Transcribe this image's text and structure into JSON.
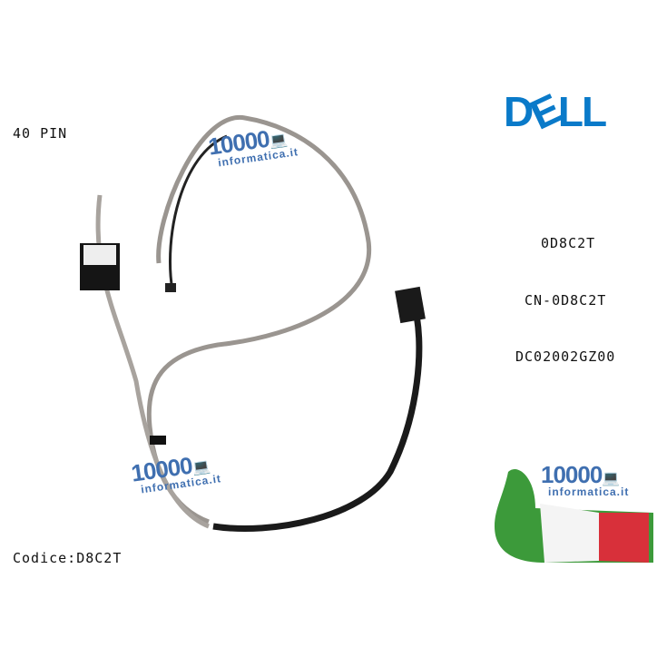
{
  "brand": {
    "logo_text": "DELL",
    "color": "#0a7ac9"
  },
  "labels": {
    "pins": "40 PIN",
    "part1": "0D8C2T",
    "part2": "CN-0D8C2T",
    "part3": "DC02002GZ00",
    "code": "Codice:D8C2T"
  },
  "watermark": {
    "number": "10000",
    "domain": "informatica.it",
    "icon": "laptop-icon",
    "color": "#3f6fb0"
  },
  "flag_colors": {
    "green": "#3c9a3a",
    "white": "#f4f4f4",
    "red": "#d8303a"
  }
}
